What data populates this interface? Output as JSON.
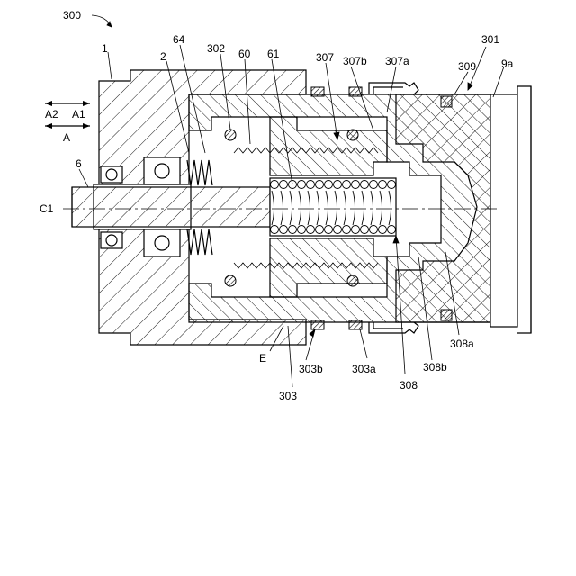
{
  "figure": {
    "labels": {
      "assembly": "300",
      "housing": "1",
      "part_2": "2",
      "part_64": "64",
      "part_302": "302",
      "part_60": "60",
      "part_61": "61",
      "part_307": "307",
      "part_307b": "307b",
      "part_307a": "307a",
      "part_301": "301",
      "part_309": "309",
      "part_9a": "9a",
      "dir_a2": "A2",
      "dir_a1": "A1",
      "dir_a": "A",
      "shaft_6": "6",
      "axis_c1": "C1",
      "gap_e": "E",
      "part_303b": "303b",
      "part_303": "303",
      "part_303a": "303a",
      "part_308": "308",
      "part_308b": "308b",
      "part_308a": "308a"
    }
  }
}
